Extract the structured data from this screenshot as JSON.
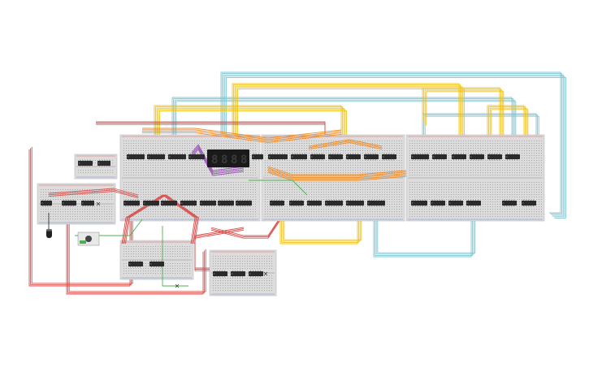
{
  "app": {
    "title": ""
  },
  "colors": {
    "background": "#ffffff",
    "breadboard": "#dcdcdc",
    "breadboard_edge": "#bdbdbd",
    "breadboard_hole": "#9a9a9a",
    "rail_red": "#e06060",
    "rail_blue": "#6a8ad0",
    "chip": "#2b2b2b",
    "chip_label": "#ffffff",
    "wire_red": "#d9534f",
    "wire_yellow": "#f0c419",
    "wire_cyan": "#7cc8d6",
    "wire_orange": "#f08a24",
    "wire_green": "#4caf50",
    "wire_purple": "#9b59b6",
    "wire_black": "#333333",
    "display_bg": "#1a1a1a",
    "display_segment": "#3a3a3a"
  },
  "display": {
    "digits": [
      "8",
      "8",
      "8",
      "8"
    ]
  },
  "icons": {
    "capacitor": "capacitor-icon",
    "button": "push-button-icon",
    "chip": "ic-chip-icon"
  }
}
